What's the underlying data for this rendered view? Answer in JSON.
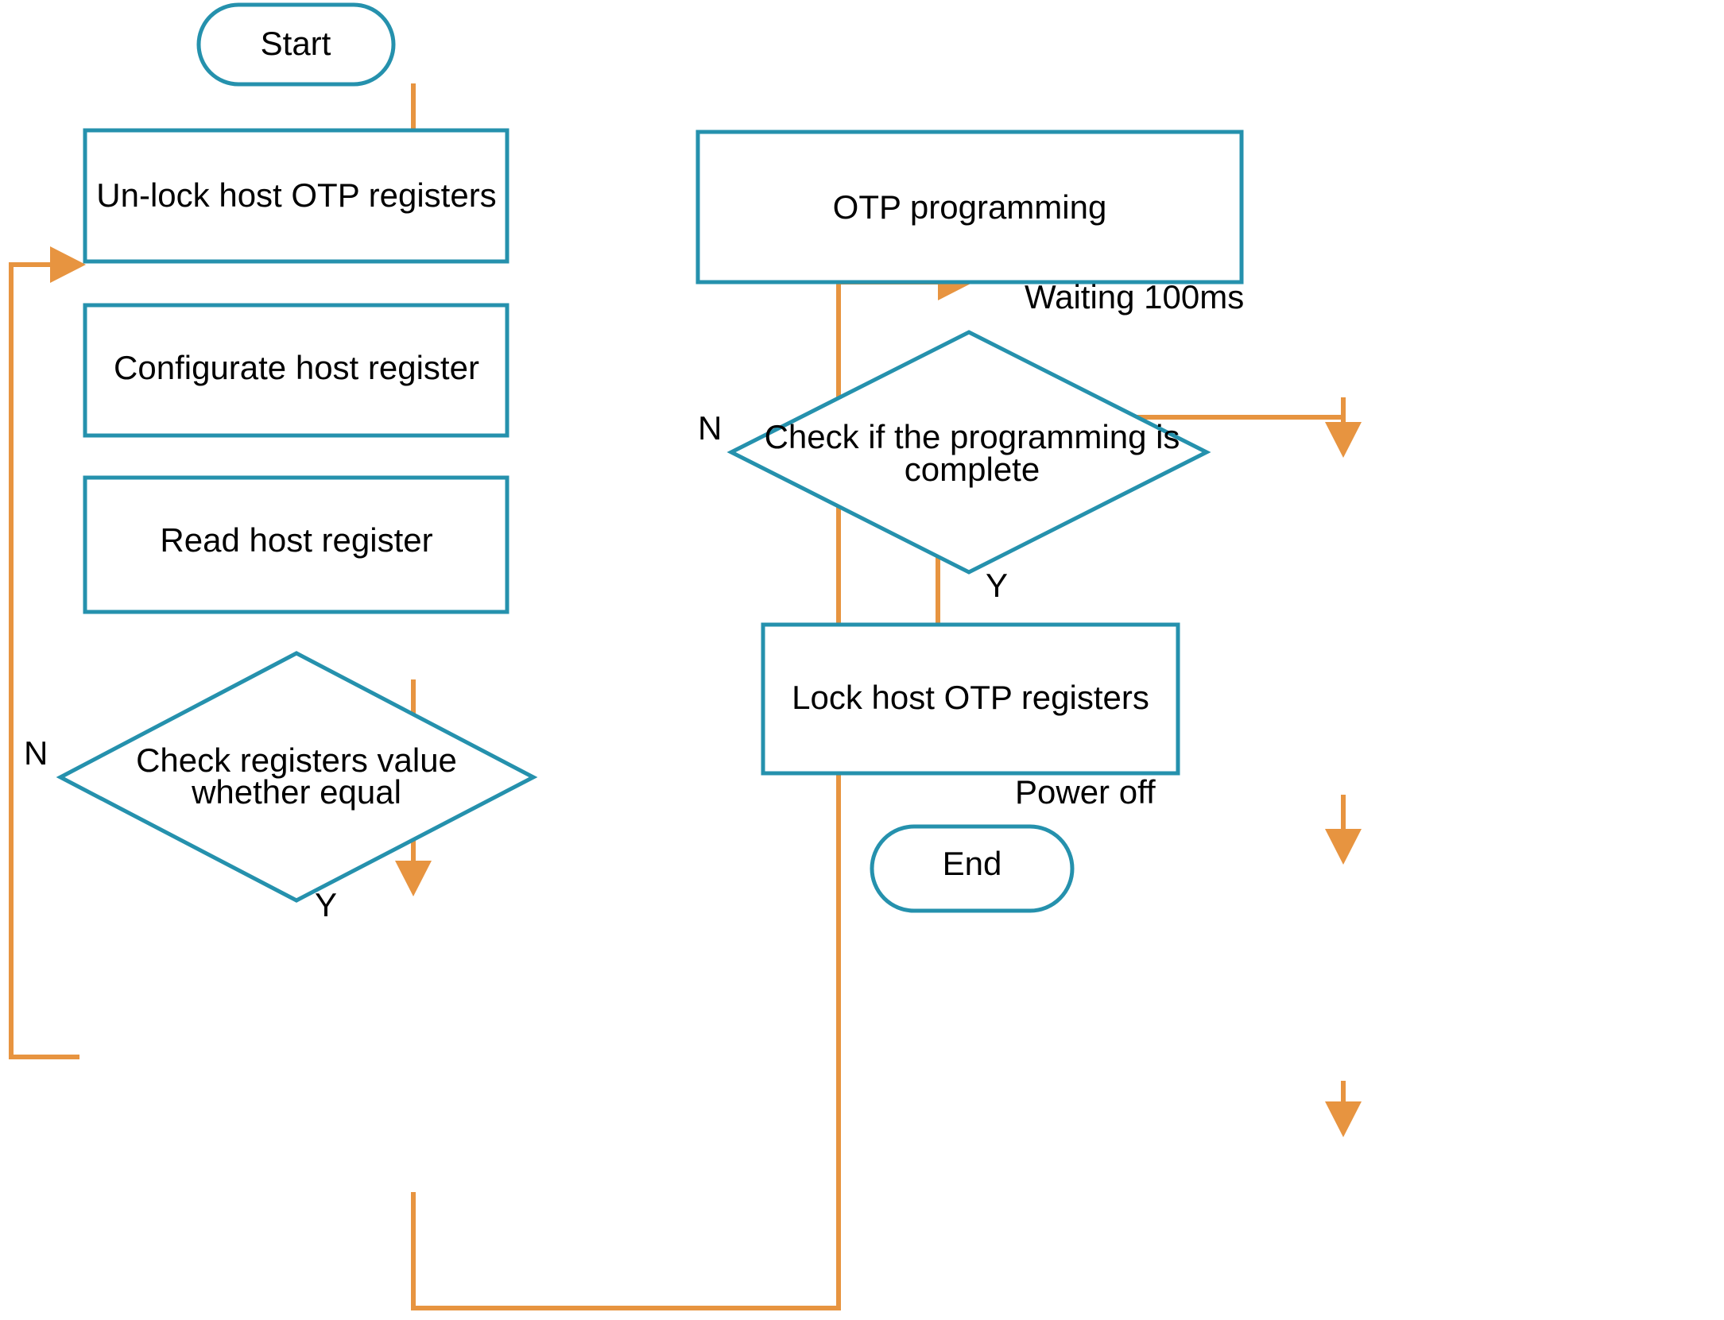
{
  "diagram": {
    "title": "OTP programming flowchart",
    "colors": {
      "shape_stroke": "#2591ad",
      "edge": "#e79440",
      "text": "#000000",
      "background": "#ffffff"
    },
    "nodes": {
      "start": {
        "label": "Start",
        "type": "terminal"
      },
      "unlock": {
        "label": "Un-lock host OTP registers",
        "type": "process"
      },
      "configure": {
        "label": "Configurate host register",
        "type": "process"
      },
      "read": {
        "label": "Read host register",
        "type": "process"
      },
      "check_equal": {
        "line1": "Check registers value",
        "line2": "whether equal",
        "type": "decision"
      },
      "otp_programming": {
        "label": "OTP programming",
        "type": "process"
      },
      "check_complete": {
        "line1": "Check if the programming is",
        "line2": "complete",
        "type": "decision"
      },
      "lock": {
        "label": "Lock host OTP registers",
        "type": "process"
      },
      "end": {
        "label": "End",
        "type": "terminal"
      }
    },
    "edge_labels": {
      "check_equal_no": "N",
      "check_equal_yes": "Y",
      "waiting": "Waiting 100ms",
      "check_complete_no": "N",
      "check_complete_yes": "Y",
      "power_off": "Power off"
    }
  }
}
